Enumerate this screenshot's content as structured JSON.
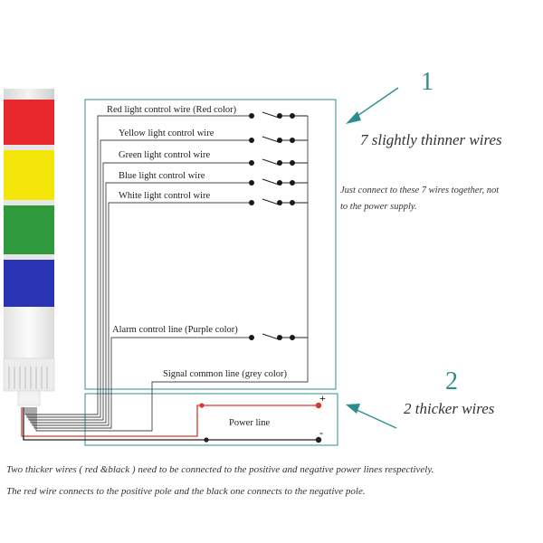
{
  "labels": {
    "red": "Red light control wire (Red color)",
    "yellow": "Yellow light control wire",
    "green": "Green light control wire",
    "blue": "Blue light control wire",
    "white": "White light control wire",
    "alarm": "Alarm control line (Purple color)",
    "signal": "Signal common line (grey color)",
    "power": "Power line"
  },
  "callout1": {
    "number": "1",
    "heading": "7 slightly thinner wires",
    "note_line1": "Just connect to these 7 wires together, not",
    "note_line2": "to the power supply."
  },
  "callout2": {
    "number": "2",
    "heading": "2 thicker wires"
  },
  "polarity": {
    "plus": "+",
    "minus": "-"
  },
  "footer": {
    "line1": "Two thicker wires ( red &black ) need to be connected to the positive and negative power lines respectively.",
    "line2": "The red wire connects to the positive pole and the black one connects to the negative pole."
  },
  "colors": {
    "accent": "#2a8f8c",
    "light_red": "#e8282d",
    "light_yellow": "#f5e60a",
    "light_green": "#2e9a3c",
    "light_blue": "#2a33b4",
    "power_red": "#d9372f",
    "wire": "#444444"
  }
}
